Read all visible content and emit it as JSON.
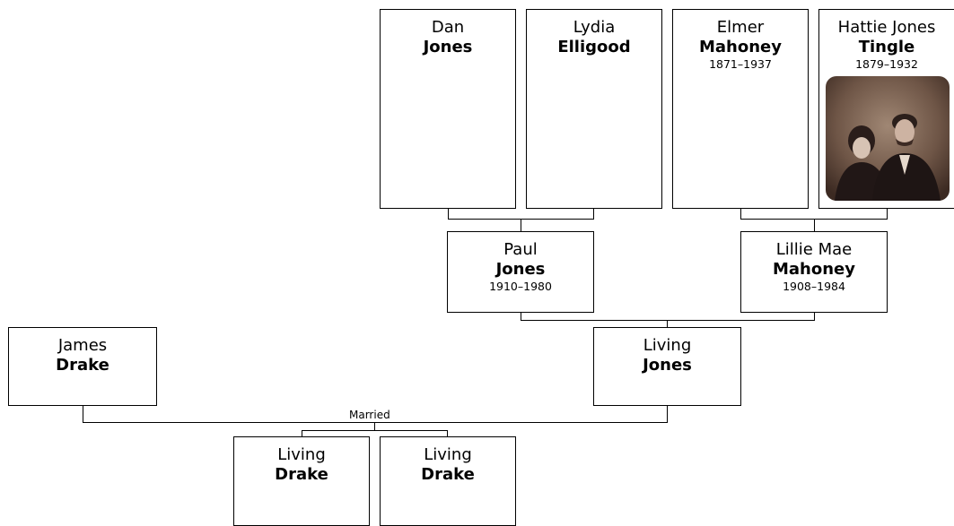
{
  "people": {
    "dan_jones": {
      "given": "Dan",
      "surname": "Jones",
      "dates": ""
    },
    "lydia_elligood": {
      "given": "Lydia",
      "surname": "Elligood",
      "dates": ""
    },
    "elmer_mahoney": {
      "given": "Elmer",
      "surname": "Mahoney",
      "dates": "1871–1937"
    },
    "hattie_tingle": {
      "given": "Hattie Jones",
      "surname": "Tingle",
      "dates": "1879–1932",
      "has_photo": true
    },
    "paul_jones": {
      "given": "Paul",
      "surname": "Jones",
      "dates": "1910–1980"
    },
    "lillie_mahoney": {
      "given": "Lillie Mae",
      "surname": "Mahoney",
      "dates": "1908–1984"
    },
    "james_drake": {
      "given": "James",
      "surname": "Drake",
      "dates": ""
    },
    "living_jones": {
      "given": "Living",
      "surname": "Jones",
      "dates": ""
    },
    "child_1": {
      "given": "Living",
      "surname": "Drake",
      "dates": ""
    },
    "child_2": {
      "given": "Living",
      "surname": "Drake",
      "dates": ""
    }
  },
  "relationships": {
    "married_label": "Married"
  },
  "colors": {
    "box_border": "#000000",
    "connector": "#000000",
    "background": "#ffffff"
  }
}
